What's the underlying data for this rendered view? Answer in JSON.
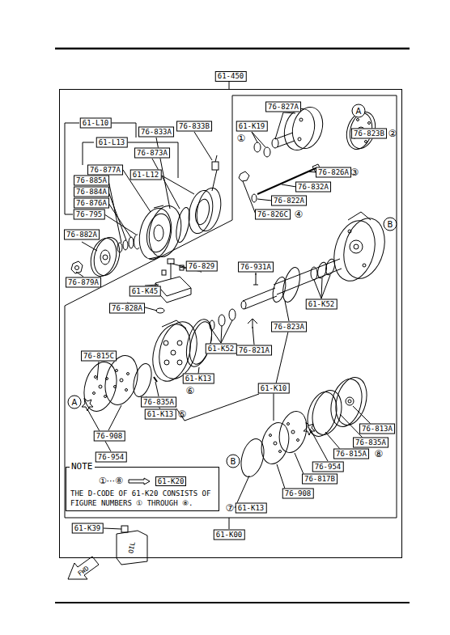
{
  "diagram": {
    "nodes": [
      {
        "text": [
          "61-450"
        ]
      },
      {
        "text": [
          "NOTE",
          "①···⑧",
          "61-K20",
          "THE D-CODE OF 61-K20 CONSISTS OF FIGURE NUMBERS ① THROUGH ⑧."
        ],
        "in": 0
      }
    ],
    "labels": [
      "61-L10",
      "61-L13",
      "76-833A",
      "76-833B",
      "76-873A",
      "76-877A",
      "61-L12",
      "76-885A",
      "76-884A",
      "76-876A",
      "76-795",
      "76-882A",
      "76-879A",
      "76-827A",
      "A",
      "61-K19",
      "①",
      "76-823B",
      "②",
      "76-826A",
      "③",
      "76-832A",
      "76-822A",
      "76-826C",
      "④",
      "B",
      "76-829",
      "76-931A",
      "61-K45",
      "76-828A",
      "61-K52",
      "76-823A",
      "76-821A",
      "61-K52",
      "76-815C",
      "61-K13",
      "⑥",
      "61-K10",
      "76-835A",
      "⑤",
      "61-K13",
      "A",
      "76-908",
      "76-954",
      "B",
      "76-813A",
      "76-835A",
      "76-815A",
      "⑧",
      "76-954",
      "76-817B",
      "76-908",
      "⑦",
      "61-K13",
      "61-K00",
      "61-K39",
      "OIL",
      "FWD"
    ]
  }
}
